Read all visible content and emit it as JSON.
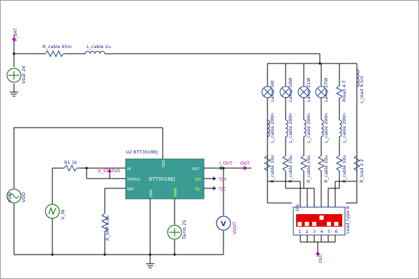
{
  "colors": {
    "wire": "#000000",
    "component": "#1a3f8a",
    "source": "#1a7a1a",
    "net_label": "#a000a0",
    "ic_fill": "#3b9c94",
    "dip_red": "#e60000",
    "background": "#ffffff",
    "border": "#9a9a9a"
  },
  "nets": {
    "v_bat": "V_BAT",
    "v_status": "V_STATUS",
    "out_arrow": "I_OUT",
    "out": "OUT",
    "tjh": "TJH",
    "tjc": "TJC",
    "out_bottom": "OUT"
  },
  "components": {
    "r_cable": "R_cable 65m",
    "l_cable": "L_cable 2u",
    "vbat": "Vbat 24",
    "r1": "R1 1k",
    "v_in": "V_IN",
    "vdd": "VDD",
    "vdd_src": "VDD",
    "r_srp": "R_SRP 6.8k",
    "tamb": "Tamb 25",
    "vout": "VOUT",
    "load_type": "Load_type 8"
  },
  "ic": {
    "ref": "U2 BTT3018EJ",
    "name": "BTT3018EJ",
    "pins": {
      "vdd": "VDD",
      "in": "IN",
      "status": "STATUS",
      "srp": "SRP",
      "gnd": "GND",
      "tamb": "TAMB",
      "out": "OUT",
      "tjh": "TJH",
      "tjc": "TJC"
    }
  },
  "loads": [
    {
      "lamp": "Lamp 5W",
      "l": "L_cable 200n",
      "r": "R_cable 10u"
    },
    {
      "lamp": "Lamp 10W",
      "l": "L_cable 200n",
      "r": "R_cable 10u"
    },
    {
      "lamp": "Lamp 21W",
      "l": "L_cable 200n",
      "r": "R_cable 10u"
    },
    {
      "lamp": "Lamp 27W",
      "l": "L_cable 200n",
      "r": "R_cable 10u"
    },
    {
      "lamp": "Rload 4.7",
      "l": "L_cable 200n",
      "r": "R_cable 10u"
    },
    {
      "lamp": "L_load 9.5m",
      "l": "",
      "r": "R_load 2.2"
    }
  ],
  "dip": {
    "pins": [
      "1",
      "2",
      "3",
      "4",
      "5",
      "6"
    ],
    "on_label": "ON"
  }
}
